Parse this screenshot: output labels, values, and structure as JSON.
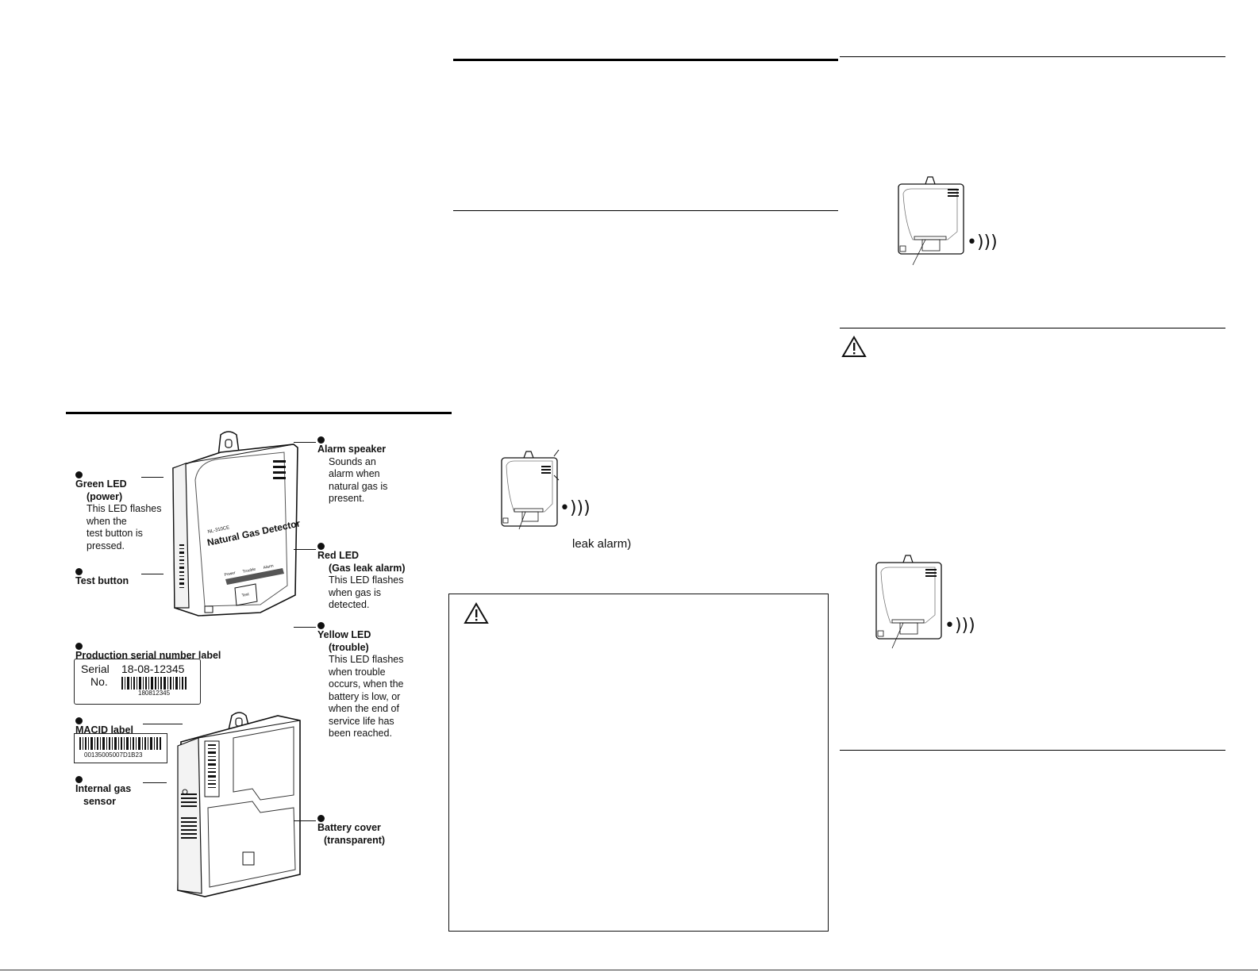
{
  "colors": {
    "ink": "#111111",
    "paper": "#ffffff",
    "line": "#000000"
  },
  "diagram": {
    "labels": {
      "alarm_speaker_title": "Alarm speaker",
      "alarm_speaker_desc": [
        "Sounds an",
        "alarm when",
        "natural gas is",
        "present."
      ],
      "green_led_title": [
        "Green LED",
        "(power)"
      ],
      "green_led_desc": [
        "This LED flashes",
        "when the",
        "test button is",
        "pressed."
      ],
      "test_button": "Test button",
      "red_led_title": [
        "Red LED",
        "(Gas leak alarm)"
      ],
      "red_led_desc": [
        "This LED flashes",
        "when gas is",
        "detected."
      ],
      "yellow_led_title": [
        "Yellow LED",
        "(trouble)"
      ],
      "yellow_led_desc": [
        "This LED flashes",
        "when trouble",
        "occurs, when the",
        "battery is low, or",
        "when the end of",
        "service life has",
        "been reached."
      ],
      "serial_label_title": "Production serial number label",
      "macid_label_title": "MACID label",
      "internal_sensor": [
        "Internal gas",
        "sensor"
      ],
      "battery_cover": [
        "Battery cover",
        "(transparent)"
      ]
    },
    "device_text": {
      "model": "NL-310CE",
      "name": "Natural Gas Detector",
      "led_power": "Power",
      "led_trouble": "Trouble",
      "led_alarm": "Alarm",
      "test": "Test"
    },
    "serial_label": {
      "serial_word": "Serial",
      "no_word": "No.",
      "serial_value": "18-08-12345",
      "barcode_text": "180812345"
    },
    "macid_label": {
      "barcode_text": "00135005007D1B23"
    }
  },
  "middle": {
    "caption_fragment": "leak alarm)"
  },
  "icons": {
    "warning": "warning-triangle-icon",
    "sound": "sound-waves-icon"
  }
}
